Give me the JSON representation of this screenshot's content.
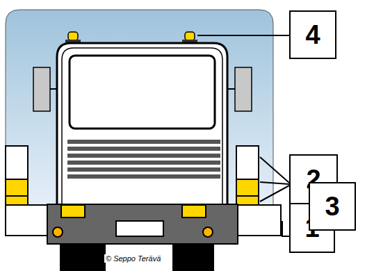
{
  "diagram": {
    "nodes": [
      {
        "text": [
          "4"
        ]
      },
      {
        "text": [
          "2"
        ]
      },
      {
        "text": [
          "3"
        ]
      },
      {
        "text": [
          "1"
        ]
      }
    ],
    "labels": [
      "© Seppo Terävä"
    ]
  }
}
